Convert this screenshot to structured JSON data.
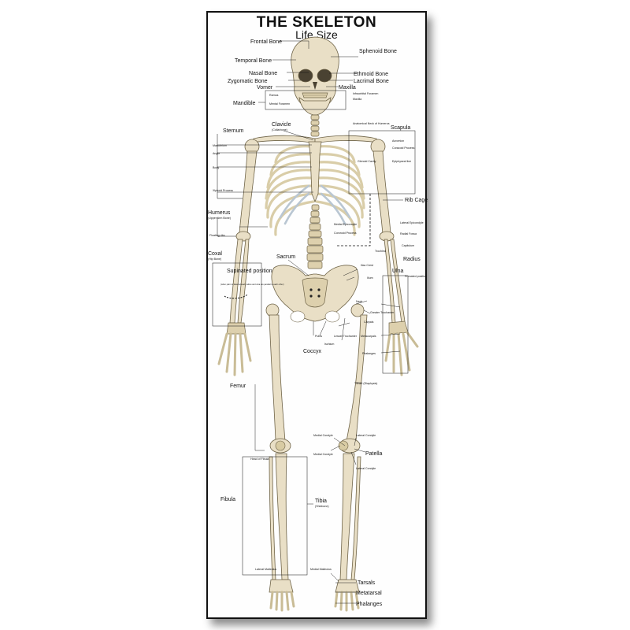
{
  "poster": {
    "title": "The Skeleton",
    "title_display": "THE SKELETON",
    "subtitle": "Life Size"
  },
  "labels": {
    "frontal_bone": "Frontal Bone",
    "sphenoid_bone": "Sphenoid Bone",
    "temporal_bone": "Temporal Bone",
    "nasal_bone": "Nasal Bone",
    "ethmoid_bone": "Ethmoid Bone",
    "zygomatic_bone": "Zygomatic Bone",
    "lacrimal_bone": "Lacrimal Bone",
    "vomer": "Vomer",
    "maxilla": "Maxilla",
    "mandible": "Mandible",
    "ramus": "Ramus",
    "mental_foramen": "Mental Foramen",
    "infraorbital_foramen": "Infraorbital Foramen",
    "maxilla_small": "Maxilla",
    "clavicle": "Clavicle",
    "clavicle_sub": "(Collarbone)",
    "sternum": "Sternum",
    "anatomical_neck": "Anatomical Neck of Humerus",
    "scapula": "Scapula",
    "manubrium": "Manubrium",
    "angle": "Angle",
    "body": "Body",
    "xiphoid": "Xiphoid Process",
    "acromion": "Acromion",
    "coracoid": "Coracoid Process",
    "glenoid": "Glenoid Cavity",
    "epiphyseal": "Epiphyseal line",
    "rib_cage": "Rib Cage",
    "humerus": "Humerus",
    "humerus_sub": "(Upper Arm Bone)",
    "floating_ribs": "Floating ribs",
    "lateral_epicondyle": "Lateral Epicondyle",
    "radial_fossa": "Radial Fossa",
    "medial_epicondyle": "Medial Epicondyle",
    "capitulum": "Capitulum",
    "coronoid_process": "Coronoid Process",
    "trochlea": "Trochlea",
    "radius": "Radius",
    "coxal": "Coxal",
    "coxal_sub": "(Hip Bone)",
    "sacrum": "Sacrum",
    "iliac_crest": "Iliac Crest",
    "ilium": "Ilium",
    "ulna": "Ulna",
    "pronated_position": "Pronated position",
    "supinated_position": "Supinated position",
    "supinated_note": "(when palm is faced ahead, radius and ulna are parallel to each other)",
    "neck": "Neck",
    "greater_trochanter": "Greater Trochanter",
    "carpals": "Carpals",
    "pubis": "Pubis",
    "ischium": "Ischium",
    "lesser_trochanter": "Lesser Trochanter",
    "metacarpals": "Metacarpals",
    "coccyx": "Coccyx",
    "phalanges_hand": "Phalanges",
    "femur": "Femur",
    "shaft": "Shaft (Diaphysis)",
    "medial_condyle_f": "Medial Condyle",
    "lateral_condyle_f": "Lateral Condyle",
    "medial_condyle_t": "Medial Condyle",
    "patella": "Patella",
    "lateral_condyle_t": "Lateral Condyle",
    "head_of_fibula": "Head of Fibula",
    "fibula": "Fibula",
    "tibia": "Tibia",
    "tibia_sub": "(Shinbone)",
    "lateral_malleolus": "Lateral Malleolus",
    "medial_malleolus": "Medial Malleolus",
    "tarsals": "Tarsals",
    "metatarsal": "Metatarsal",
    "phalanges_foot": "Phalanges"
  },
  "colors": {
    "bone": "#e9dfc6",
    "bone_shadow": "#ddd0ad",
    "cartilage": "#b9c6d2",
    "outline": "#6f6448",
    "text": "#111111"
  }
}
